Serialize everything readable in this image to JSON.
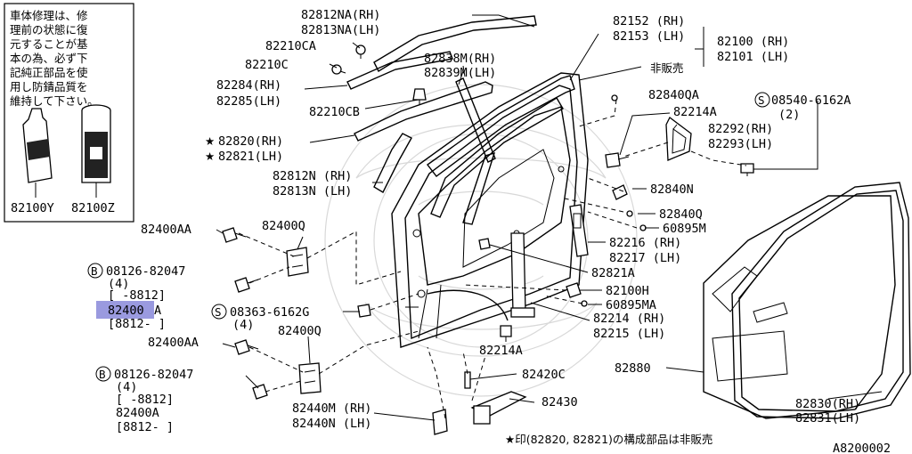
{
  "notice_lines": [
    "車体修理は、修",
    "理前の状態に復",
    "元することが基",
    "本の為、必ず下",
    "記純正部品を使",
    "用し防錆品質を",
    "維持して下さい。"
  ],
  "product_labels": {
    "tube": "82100Y",
    "can": "82100Z"
  },
  "labels": {
    "l82812NA": "82812NA(RH)",
    "l82813NA": "82813NA(LH)",
    "l82210CA": "82210CA",
    "l82210C": "82210C",
    "l82284": "82284(RH)",
    "l82285": "82285(LH)",
    "l82838M": "82838M(RH)",
    "l82839M": "82839M(LH)",
    "l82210CB": "82210CB",
    "l82820": "82820(RH)",
    "l82821": "82821(LH)",
    "l82812N": "82812N (RH)",
    "l82813N": "82813N (LH)",
    "l82152": "82152 (RH)",
    "l82153": "82153 (LH)",
    "l82100": "82100 (RH)",
    "l82101": "82101 (LH)",
    "l_hihanbai": "非販売",
    "l82840QA": "82840QA",
    "l82214A_top": "82214A",
    "l08540": "08540-6162A",
    "l08540_qty": "(2)",
    "l82292": "82292(RH)",
    "l82293": "82293(LH)",
    "l82840N": "82840N",
    "l82840Q": "82840Q",
    "l60895M": "60895M",
    "l82216": "82216 (RH)",
    "l82217": "82217 (LH)",
    "l82821A": "82821A",
    "l82100H": "82100H",
    "l60895MA": "60895MA",
    "l82214": "82214 (RH)",
    "l82215": "82215 (LH)",
    "l82214A_bot": "82214A",
    "l82400AA_top": "82400AA",
    "l82400Q_top": "82400Q",
    "l08126_top": "08126-82047",
    "l08126_top_qty": "(4)",
    "l08126_top_range": "[  -8812]",
    "l82400A_hl_a": "82400",
    "l82400A_hl_b": "A",
    "l8812_top": "[8812-   ]",
    "l08363": "08363-6162G",
    "l08363_qty": "(4)",
    "l82400Q_bot": "82400Q",
    "l82400AA_bot": "82400AA",
    "l08126_bot": "08126-82047",
    "l08126_bot_qty": "(4)",
    "l08126_bot_range": "[  -8812]",
    "l82400A_bot": "82400A",
    "l8812_bot": "[8812-   ]",
    "l82420C": "82420C",
    "l82430": "82430",
    "l82440M": "82440M (RH)",
    "l82440N": "82440N (LH)",
    "l82880": "82880",
    "l82830": "82830(RH)",
    "l82831": "82831(LH)"
  },
  "footnote": "★印(82820, 82821)の構成部品は非販売",
  "figure_code": "A8200002",
  "circle_marks": {
    "B": "B",
    "S": "S"
  },
  "star_mark": "★",
  "highlight_color": "#9a9adf"
}
